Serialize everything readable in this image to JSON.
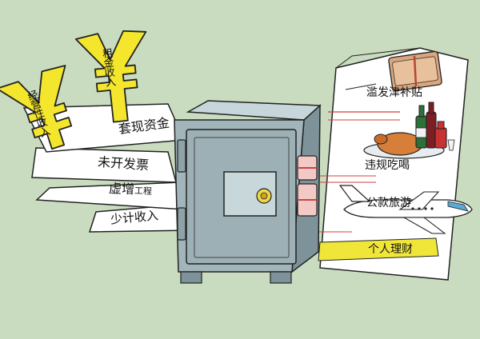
{
  "illustration": {
    "yen_symbols": [
      {
        "label": "经营性收入",
        "icon": "yen-sign-icon",
        "color": "#f3e62c"
      },
      {
        "label": "租金收入",
        "icon": "yen-sign-icon",
        "color": "#f3e62c"
      }
    ],
    "income_sheets": [
      {
        "text": "套现资金"
      },
      {
        "text": "未开发票"
      },
      {
        "text": "虚增",
        "small": "工程"
      },
      {
        "text": "少计收入"
      }
    ],
    "spending_items": [
      {
        "text": "滥发津补贴",
        "icon": "cash-bundle-icon"
      },
      {
        "text": "违规吃喝",
        "icon": "banquet-icon"
      },
      {
        "text": "公款旅游",
        "icon": "airplane-icon"
      },
      {
        "text": "个人理财",
        "icon": "highlight-marker-icon",
        "highlight_color": "#f0e63a"
      }
    ],
    "safe": {
      "icon": "safe-icon",
      "body_color": "#9fb3b8"
    },
    "background_color": "#c9dcc0"
  }
}
